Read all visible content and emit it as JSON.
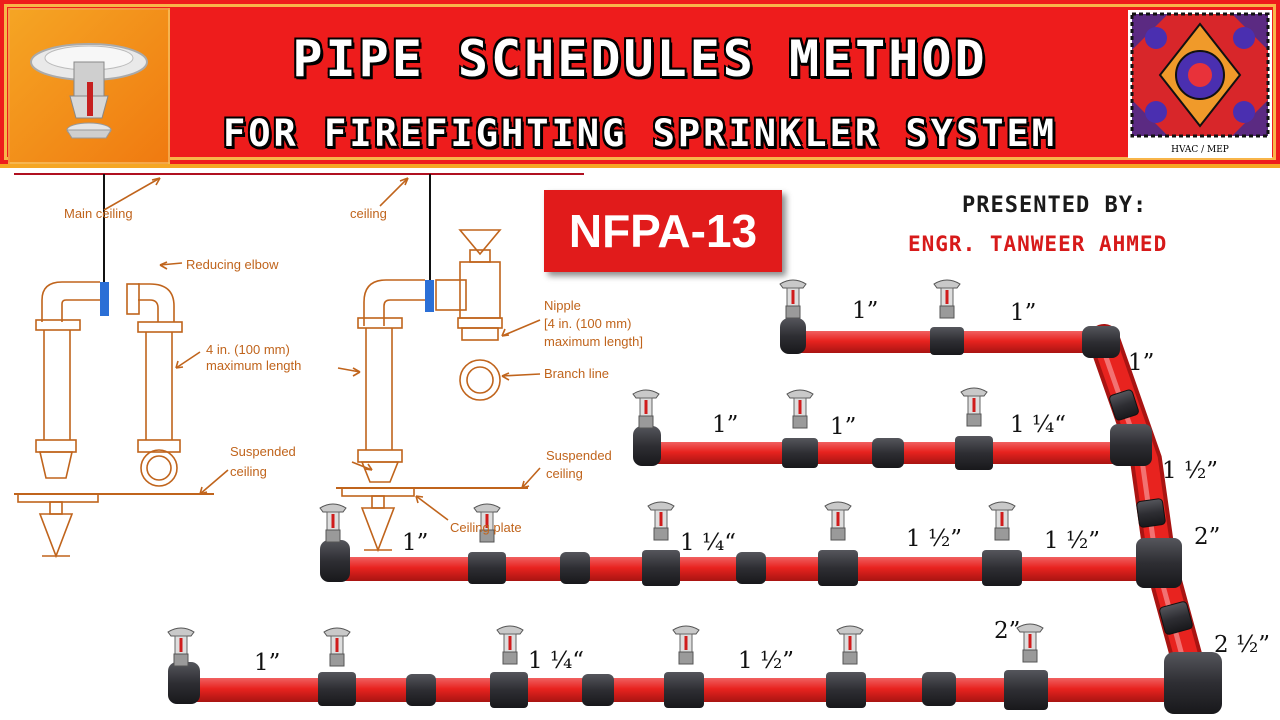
{
  "header": {
    "title_line1": "PIPE SCHEDULES METHOD",
    "title_line2": "FOR FIREFIGHTING SPRINKLER SYSTEM",
    "badge_caption": "HVAC / MEP"
  },
  "standard_label": "NFPA-13",
  "presenter": {
    "label": "PRESENTED BY:",
    "name": "ENGR. TANWEER AHMED"
  },
  "left_diagram": {
    "main_ceiling": "Main ceiling",
    "reducing_elbow": "Reducing elbow",
    "max_length_1": "4 in. (100 mm)",
    "max_length_2": "maximum length",
    "suspended_1": "Suspended",
    "suspended_2": "ceiling"
  },
  "right_diagram": {
    "ceiling": "ceiling",
    "nipple_1": "Nipple",
    "nipple_2": "[4 in. (100 mm)",
    "nipple_3": "maximum length]",
    "branch_line": "Branch line",
    "suspended_1": "Suspended",
    "suspended_2": "ceiling",
    "ceiling_plate": "Ceiling plate"
  },
  "pipe_sizes": {
    "row1": [
      "1”",
      "1”"
    ],
    "row2": [
      "1”",
      "1”",
      "1 ¼“"
    ],
    "row3": [
      "1”",
      "1 ¼“",
      "1 ½”",
      "1 ½”"
    ],
    "row4": [
      "1”",
      "1 ¼“",
      "1 ½”",
      "2”"
    ],
    "riser": [
      "1”",
      "1 ½”",
      "2”",
      "2 ½”"
    ]
  },
  "colors": {
    "banner": "#ee1c1c",
    "banner_border": "#f5a623",
    "pipe": "#e8231f",
    "fitting": "#2e2e33",
    "diagram_line": "#c0641c"
  }
}
